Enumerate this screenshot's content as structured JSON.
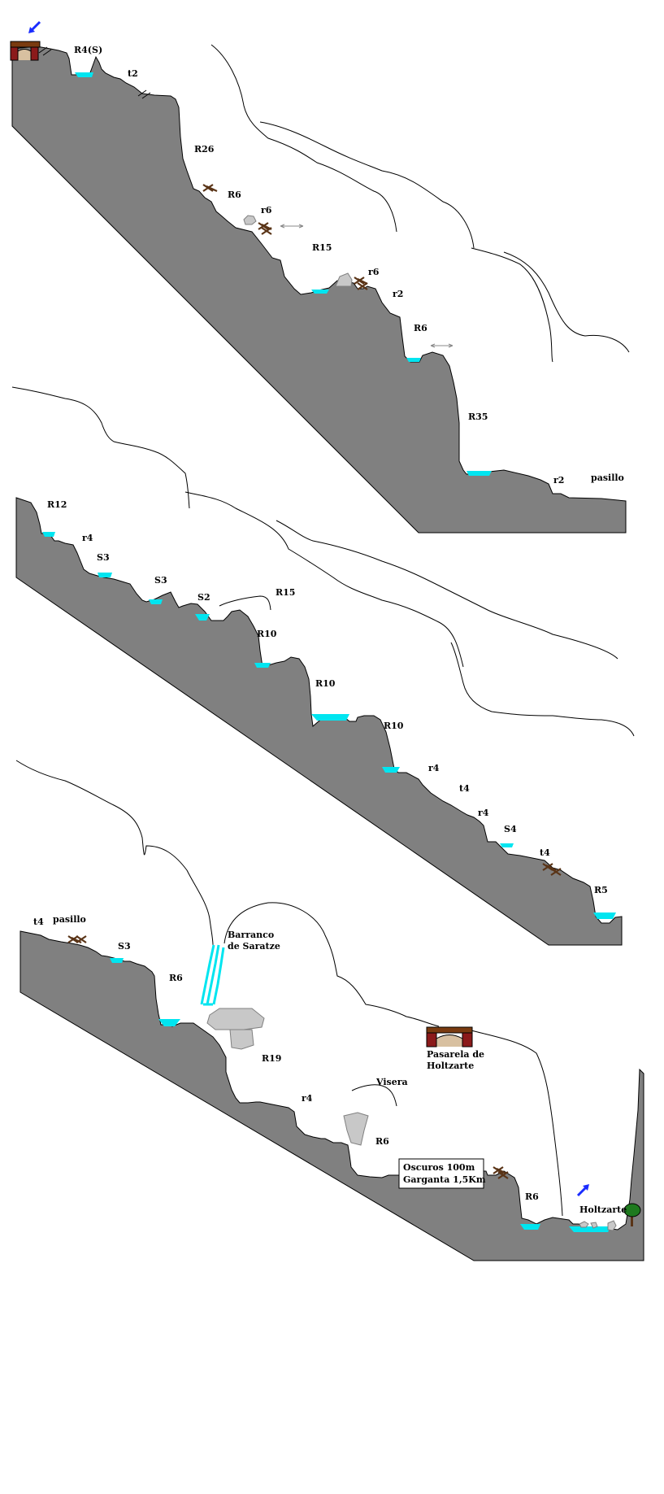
{
  "labels": {
    "r4s": "R4(S)",
    "t2": "t2",
    "r26": "R26",
    "r6_a": "R6",
    "r6_b": "r6",
    "r15_a": "R15",
    "r6_c": "r6",
    "r2_a": "r2",
    "r6_d": "R6",
    "r35": "R35",
    "r2_b": "r2",
    "pasillo_a": "pasillo",
    "r12": "R12",
    "r4_a": "r4",
    "s3_a": "S3",
    "s3_b": "S3",
    "s2": "S2",
    "r15_b": "R15",
    "r10_a": "R10",
    "r10_b": "R10",
    "r10_c": "R10",
    "r4_b": "r4",
    "t4_a": "t4",
    "r4_c": "r4",
    "s4": "S4",
    "t4_b": "t4",
    "r5": "R5",
    "t4_c": "t4",
    "pasillo_b": "pasillo",
    "s3_c": "S3",
    "r6_e": "R6",
    "barranco_1": "Barranco",
    "barranco_2": "de Saratze",
    "r19": "R19",
    "visera": "Visera",
    "r4_d": "r4",
    "r6_f": "R6",
    "pasarela_1": "Pasarela de",
    "pasarela_2": "Holtzarte",
    "oscuros_1": "Oscuros 100m",
    "oscuros_2": "Garganta 1,5Km",
    "r6_g": "R6",
    "holtzarte": "Holtzarte"
  },
  "colors": {
    "rock": "#808080",
    "water": "#00e5f0",
    "bridge": "#8b4513",
    "tree": "#1e7a1e",
    "arrow": "#1a2cff"
  },
  "icons": [
    "entry-arrow-icon",
    "exit-arrow-icon",
    "bridge-icon",
    "anchor-icon",
    "tree-icon",
    "waterfall-icon"
  ]
}
